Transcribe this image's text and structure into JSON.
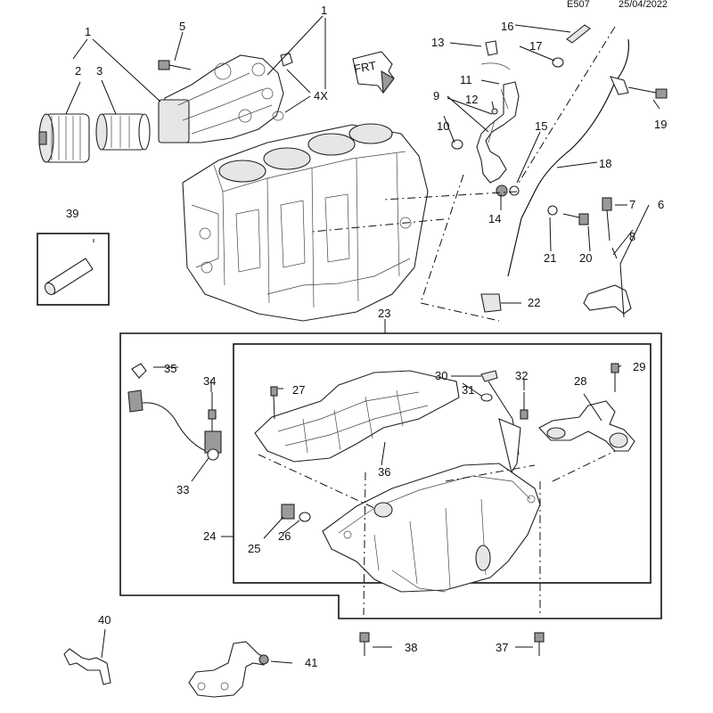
{
  "header": {
    "code": "E507",
    "date": "25/04/2022"
  },
  "direction_marker": "FRT",
  "callouts": [
    {
      "id": "c1a",
      "text": "1"
    },
    {
      "id": "c1b",
      "text": "1"
    },
    {
      "id": "c2",
      "text": "2"
    },
    {
      "id": "c3",
      "text": "3"
    },
    {
      "id": "c4x",
      "text": "4X"
    },
    {
      "id": "c5",
      "text": "5"
    },
    {
      "id": "c6",
      "text": "6"
    },
    {
      "id": "c7",
      "text": "7"
    },
    {
      "id": "c8",
      "text": "8"
    },
    {
      "id": "c9",
      "text": "9"
    },
    {
      "id": "c10",
      "text": "10"
    },
    {
      "id": "c11",
      "text": "11"
    },
    {
      "id": "c12",
      "text": "12"
    },
    {
      "id": "c13",
      "text": "13"
    },
    {
      "id": "c14",
      "text": "14"
    },
    {
      "id": "c15",
      "text": "15"
    },
    {
      "id": "c16",
      "text": "16"
    },
    {
      "id": "c17",
      "text": "17"
    },
    {
      "id": "c18",
      "text": "18"
    },
    {
      "id": "c19",
      "text": "19"
    },
    {
      "id": "c20",
      "text": "20"
    },
    {
      "id": "c21",
      "text": "21"
    },
    {
      "id": "c22",
      "text": "22"
    },
    {
      "id": "c23",
      "text": "23"
    },
    {
      "id": "c24",
      "text": "24"
    },
    {
      "id": "c25",
      "text": "25"
    },
    {
      "id": "c26",
      "text": "26"
    },
    {
      "id": "c27",
      "text": "27"
    },
    {
      "id": "c28",
      "text": "28"
    },
    {
      "id": "c29",
      "text": "29"
    },
    {
      "id": "c30",
      "text": "30"
    },
    {
      "id": "c31",
      "text": "31"
    },
    {
      "id": "c32",
      "text": "32"
    },
    {
      "id": "c33",
      "text": "33"
    },
    {
      "id": "c34",
      "text": "34"
    },
    {
      "id": "c35",
      "text": "35"
    },
    {
      "id": "c36",
      "text": "36"
    },
    {
      "id": "c37",
      "text": "37"
    },
    {
      "id": "c38",
      "text": "38"
    },
    {
      "id": "c39",
      "text": "39"
    },
    {
      "id": "c40",
      "text": "40"
    },
    {
      "id": "c41",
      "text": "41"
    }
  ]
}
